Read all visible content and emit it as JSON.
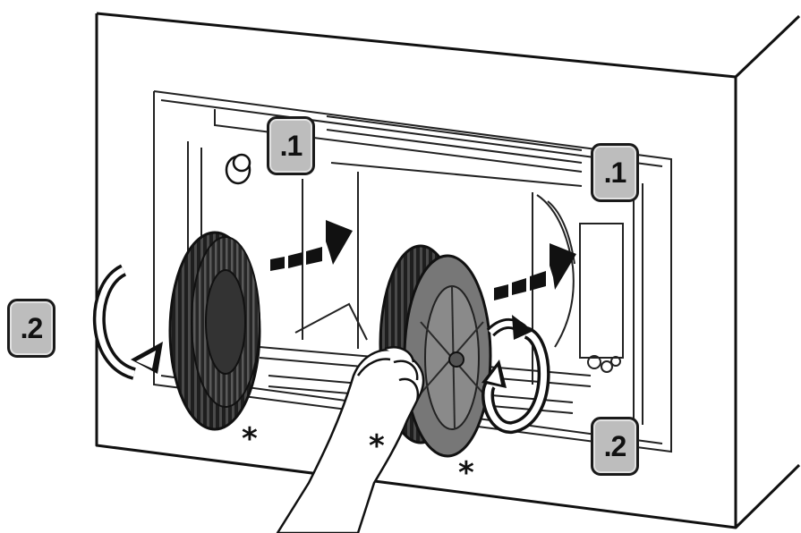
{
  "step_labels": {
    "remove_left": ".1",
    "remove_right": ".1",
    "rotate_left": ".2",
    "rotate_right": ".2"
  },
  "filter_markers": {
    "left_filter": "*",
    "held_filter": "*",
    "right_filter": "*"
  },
  "colors": {
    "badge_fill": "#bdbdbd",
    "badge_border": "#1a1a1a",
    "line_art": "#111111",
    "filter_dark": "#2a2a2a",
    "filter_grey": "#6e6e6e"
  }
}
